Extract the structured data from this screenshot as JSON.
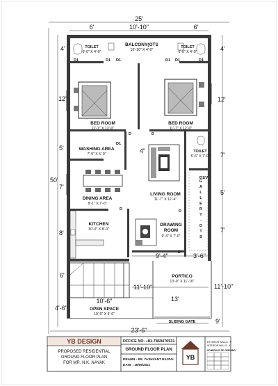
{
  "overall": {
    "width_top": "25'",
    "width_bottom": "23'-6\"",
    "depth_left": "50'"
  },
  "dims": {
    "top_left": "6'",
    "top_mid": "10'-10\"",
    "top_right": "6'",
    "left_4a": "4'",
    "left_12": "12'",
    "left_5": "5'",
    "left_7": "7'",
    "left_8": "8'",
    "left_6": "6'",
    "left_4_6": "4'-6\"",
    "right_4": "4'",
    "right_12": "12'",
    "right_7a": "7'",
    "right_5": "5'",
    "right_7b": "7'",
    "right_11_10": "11'-10\"",
    "bottom_9": "9'",
    "stair_11_10": "11'-10\"",
    "space_10_6": "10'-6\"",
    "space_13": "13'",
    "drawing_9_4": "9'-4\"",
    "drawing_3_6": "3'-6\"",
    "wash_4": "4\""
  },
  "rooms": {
    "balcony": {
      "name": "BALCONY(OTS",
      "size": "10'-10\" X 4'-0\""
    },
    "toilet_left": {
      "name": "TOILET",
      "size": "6'-0\" X 4'-0\""
    },
    "toilet_right": {
      "name": "TOILET",
      "size": "6'-0\" X 4'-0\""
    },
    "bed_left": {
      "name": "BED ROOM",
      "size": "11'-7\" X 12'-0\""
    },
    "bed_right": {
      "name": "BED ROOM",
      "size": "11'-7\" X 12'-0\""
    },
    "washing": {
      "name": "WASHING AREA",
      "size": "7'-9\" X 5'-0\""
    },
    "dining": {
      "name": "DINING AREA",
      "size": "8'-1\" X 7'-0\""
    },
    "living": {
      "name": "LIVING ROOM",
      "size": "11'-7\" X 12'-4\""
    },
    "toilet_mid": {
      "name": "TOILET",
      "size": "5'-6\" X 7'-0\""
    },
    "kitchen": {
      "name": "KITCHEN",
      "size": "10'-0\" X 8'-0\""
    },
    "drawing": {
      "name": "DRAWING",
      "name2": "ROOM",
      "size": "9'-4\" X 7'-0\""
    },
    "portico": {
      "name": "PORTICO",
      "size": "13'-0\" X 11'-10\""
    },
    "open": {
      "name": "OPEN SPACE",
      "size": "10'-6\" X 4'-6\""
    },
    "gallery": {
      "chars": [
        "G",
        "A",
        "L",
        "L",
        "E",
        "R",
        "Y",
        "-",
        "O",
        "T",
        "S"
      ]
    },
    "gate": {
      "name": "SLIDING GATE"
    }
  },
  "doors": {
    "d": "D",
    "d1": "D1",
    "d1v": "D1/V"
  },
  "title_block": {
    "brand": "YB DESIGN",
    "desc1": "PROPOSED RESIDENTIAL",
    "desc2": "GROUND FLOOR PLAN",
    "desc3": "FOR MR. N.K. NAYAK",
    "office": "OFFICE NO. +81-7869470531",
    "plan_name": "GROUND FLOOR PLAN",
    "drawn": "DRAWN - ER. YASHVANT RAJPAI",
    "date": "DATE : 15/09/2021",
    "logo_text": "YB",
    "notes": [
      "EXTERIOR WALLS - 9\"",
      "INTERIOR WALLS - 4\"",
      "SCHEDULE OF OPENING"
    ]
  }
}
